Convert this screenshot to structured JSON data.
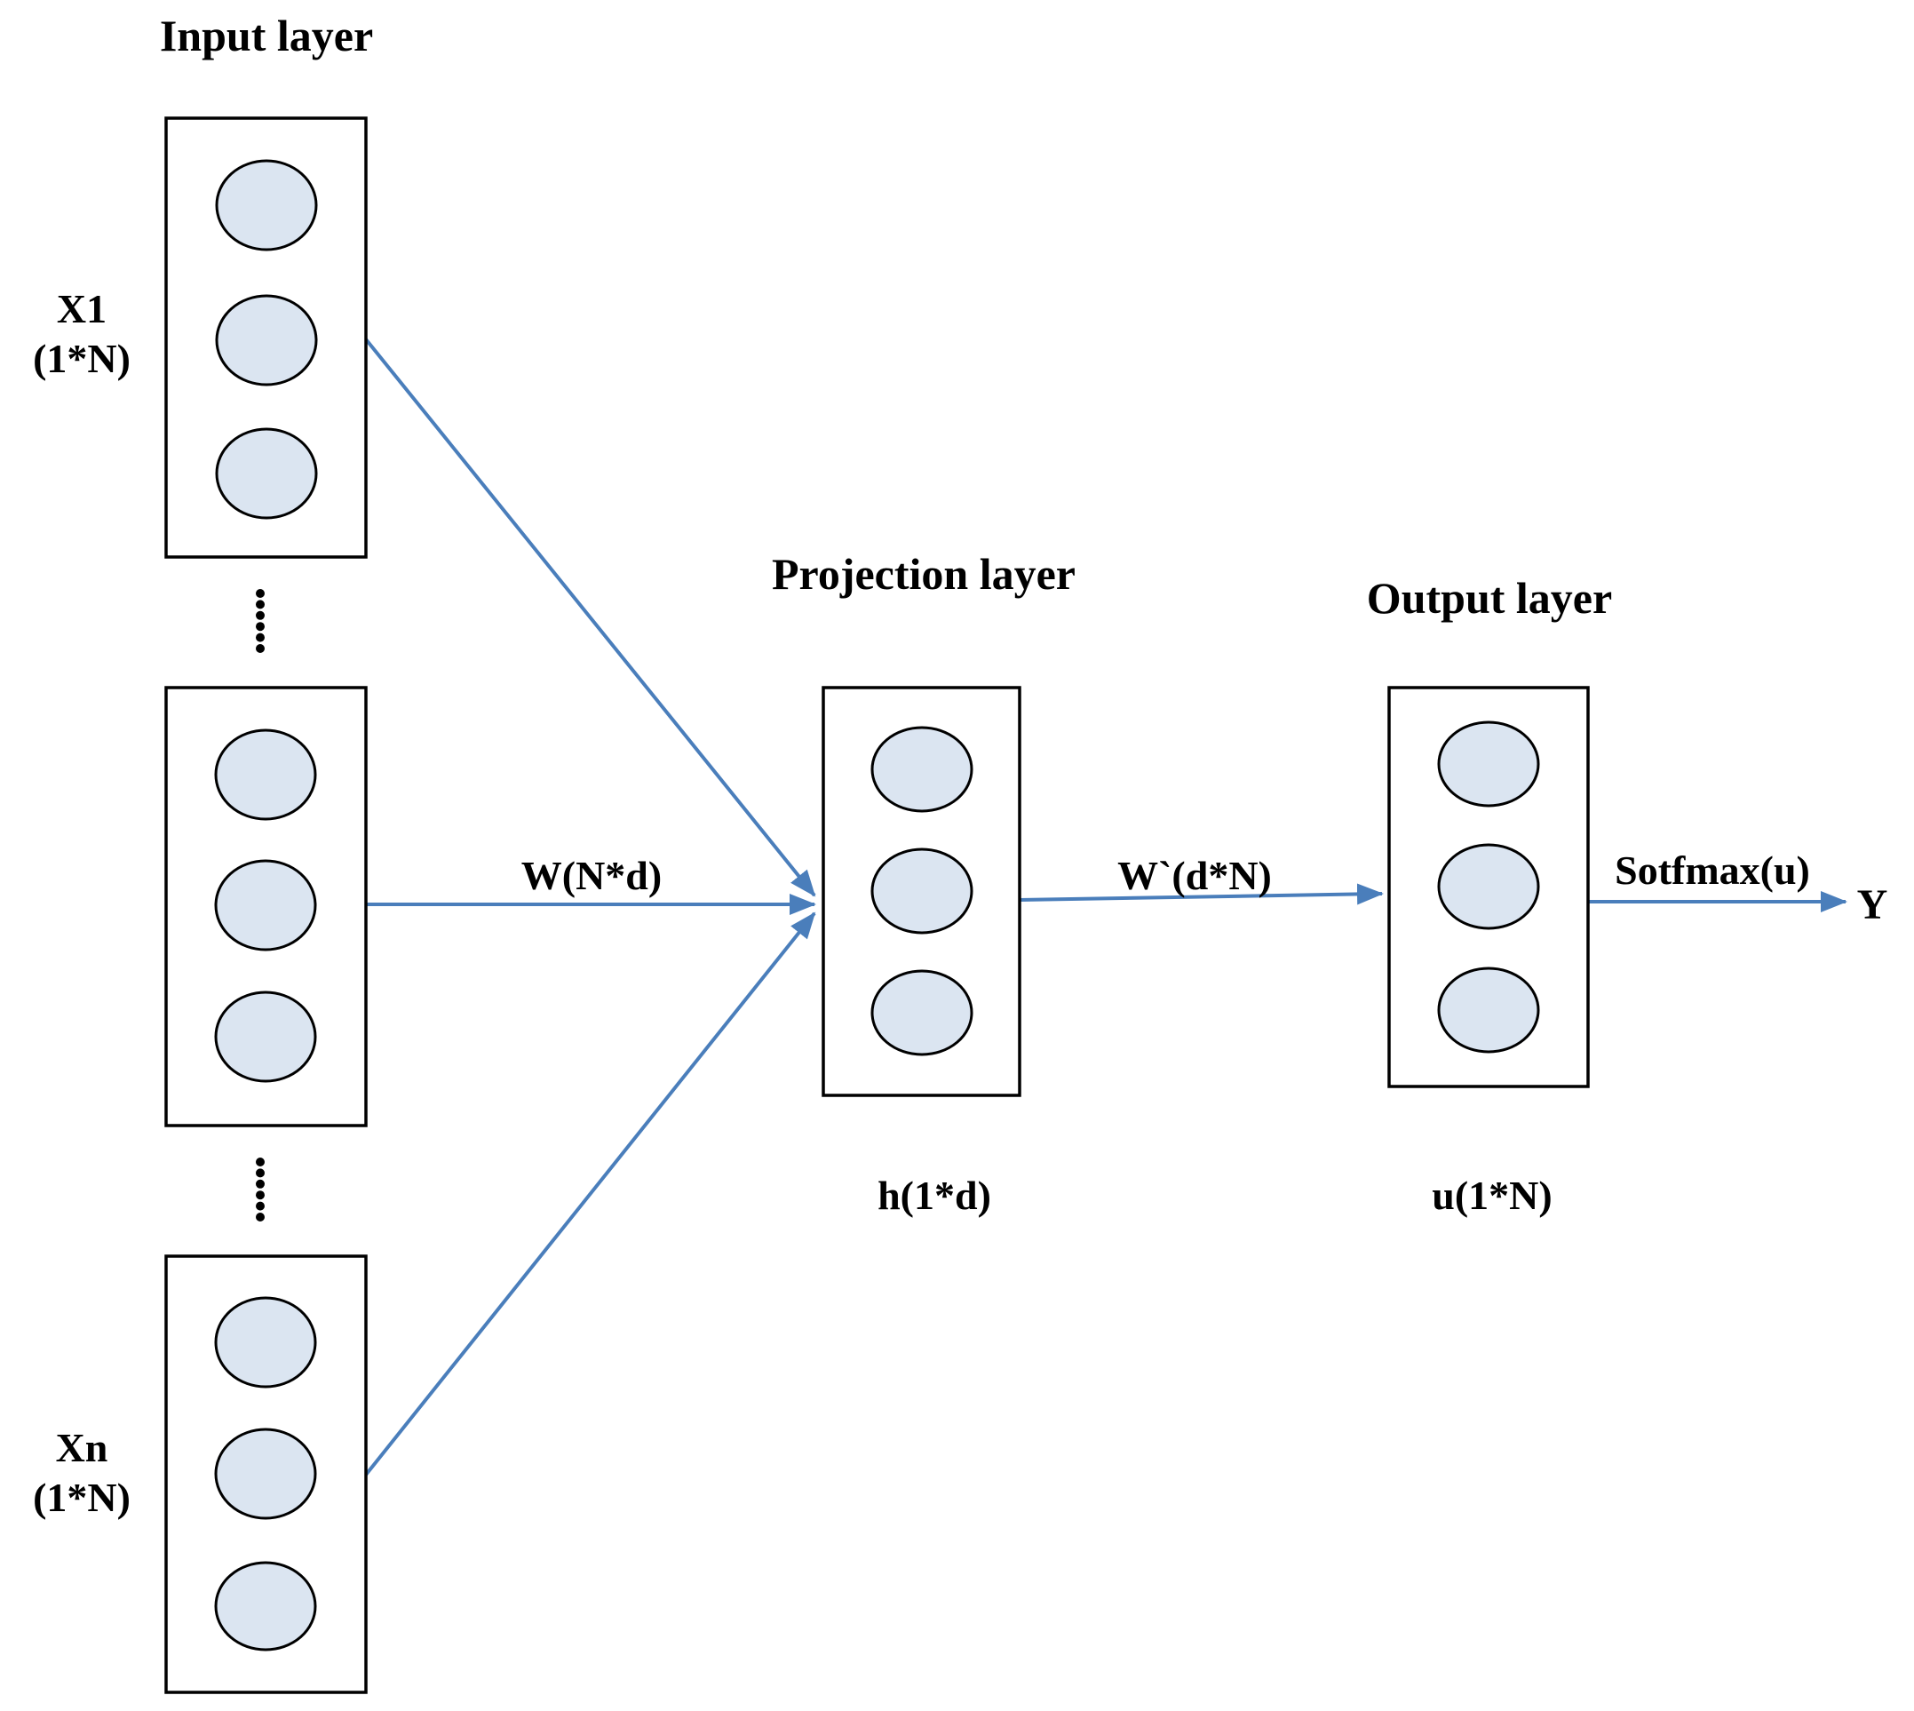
{
  "colors": {
    "accent": "#4a7ebb",
    "node_fill": "#dbe5f1",
    "ink": "#000000",
    "bg": "#ffffff"
  },
  "titles": {
    "input_layer": "Input layer",
    "projection_layer": "Projection layer",
    "output_layer": "Output layer"
  },
  "labels": {
    "x1": {
      "line1": "X1",
      "line2": "(1*N)"
    },
    "xn": {
      "line1": "Xn",
      "line2": "(1*N)"
    },
    "weight_in": "W(N*d)",
    "weight_out": "W`(d*N)",
    "softmax": "Sotfmax(u)",
    "output_y": "Y",
    "hidden": "h(1*d)",
    "output_u": "u(1*N)"
  },
  "diagram": {
    "input_groups": 3,
    "nodes_per_input_group": 3,
    "projection_nodes": 3,
    "output_nodes": 3,
    "ellipsis_columns": 2,
    "arrows": [
      "input-x1 -> projection",
      "input-middle -> projection",
      "input-xn -> projection",
      "projection -> output",
      "output -> Y"
    ]
  }
}
